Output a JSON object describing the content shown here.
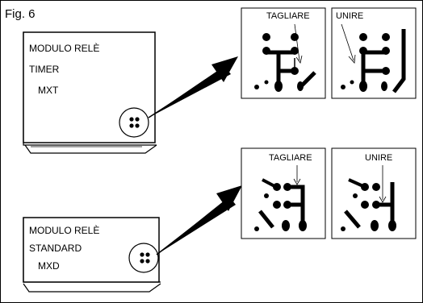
{
  "figure": {
    "title": "Fig. 6"
  },
  "module_timer": {
    "line1": "MODULO RELÈ",
    "line2": "TIMER",
    "line3": "MXT"
  },
  "module_standard": {
    "line1": "MODULO RELÈ",
    "line2": "STANDARD",
    "line3": "MXD"
  },
  "panels": {
    "top_left": "TAGLIARE",
    "top_right": "UNIRE",
    "bottom_left": "TAGLIARE",
    "bottom_right": "UNIRE"
  }
}
